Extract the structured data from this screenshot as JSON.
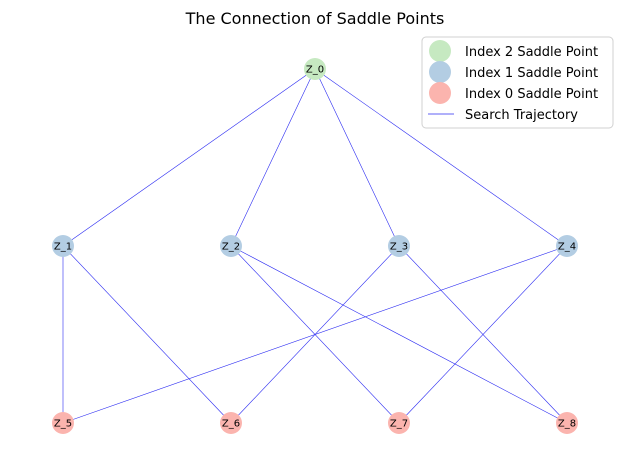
{
  "title": "The Connection of Saddle Points",
  "colors": {
    "index2": "#c6e9c1",
    "index1": "#b3cde3",
    "index0": "#fbb4ae",
    "edge": "#2b2bf2"
  },
  "legend": {
    "items": [
      {
        "label": "Index 2 Saddle Point",
        "kind": "index2"
      },
      {
        "label": "Index 1 Saddle Point",
        "kind": "index1"
      },
      {
        "label": "Index 0 Saddle Point",
        "kind": "index0"
      },
      {
        "label": "Search Trajectory",
        "kind": "edge"
      }
    ]
  },
  "nodes": [
    {
      "id": "Z_0",
      "label": "Z_0",
      "kind": "index2"
    },
    {
      "id": "Z_1",
      "label": "Z_1",
      "kind": "index1"
    },
    {
      "id": "Z_2",
      "label": "Z_2",
      "kind": "index1"
    },
    {
      "id": "Z_3",
      "label": "Z_3",
      "kind": "index1"
    },
    {
      "id": "Z_4",
      "label": "Z_4",
      "kind": "index1"
    },
    {
      "id": "Z_5",
      "label": "Z_5",
      "kind": "index0"
    },
    {
      "id": "Z_6",
      "label": "Z_6",
      "kind": "index0"
    },
    {
      "id": "Z_7",
      "label": "Z_7",
      "kind": "index0"
    },
    {
      "id": "Z_8",
      "label": "Z_8",
      "kind": "index0"
    }
  ],
  "edges": [
    [
      "Z_0",
      "Z_1"
    ],
    [
      "Z_0",
      "Z_2"
    ],
    [
      "Z_0",
      "Z_3"
    ],
    [
      "Z_0",
      "Z_4"
    ],
    [
      "Z_1",
      "Z_5"
    ],
    [
      "Z_1",
      "Z_6"
    ],
    [
      "Z_2",
      "Z_7"
    ],
    [
      "Z_2",
      "Z_8"
    ],
    [
      "Z_3",
      "Z_6"
    ],
    [
      "Z_3",
      "Z_8"
    ],
    [
      "Z_4",
      "Z_5"
    ],
    [
      "Z_4",
      "Z_7"
    ]
  ]
}
